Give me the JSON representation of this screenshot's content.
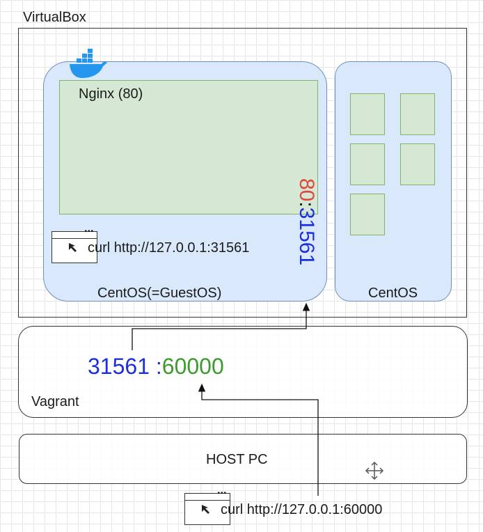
{
  "virtualbox": {
    "label": "VirtualBox"
  },
  "guest_os": {
    "label": "CentOS(=GuestOS)",
    "nginx_label": "Nginx (80)",
    "curl": "curl http://127.0.0.1:31561"
  },
  "port_mapping_vm": {
    "container_port": "80",
    "separator": ":",
    "node_port": "31561"
  },
  "centos": {
    "label": "CentOS"
  },
  "vagrant": {
    "label": "Vagrant",
    "guest_port": "31561",
    "separator": " :",
    "host_port": "60000"
  },
  "host_pc": {
    "label": "HOST PC",
    "curl": "curl http://127.0.0.1:60000"
  },
  "colors": {
    "red": "#e0483e",
    "blue": "#1b2fe0",
    "green": "#3c9a2e",
    "docker": "#2496ed"
  },
  "icons": [
    "docker-icon",
    "terminal-icon",
    "cursor-arrow-icon",
    "move-icon"
  ]
}
